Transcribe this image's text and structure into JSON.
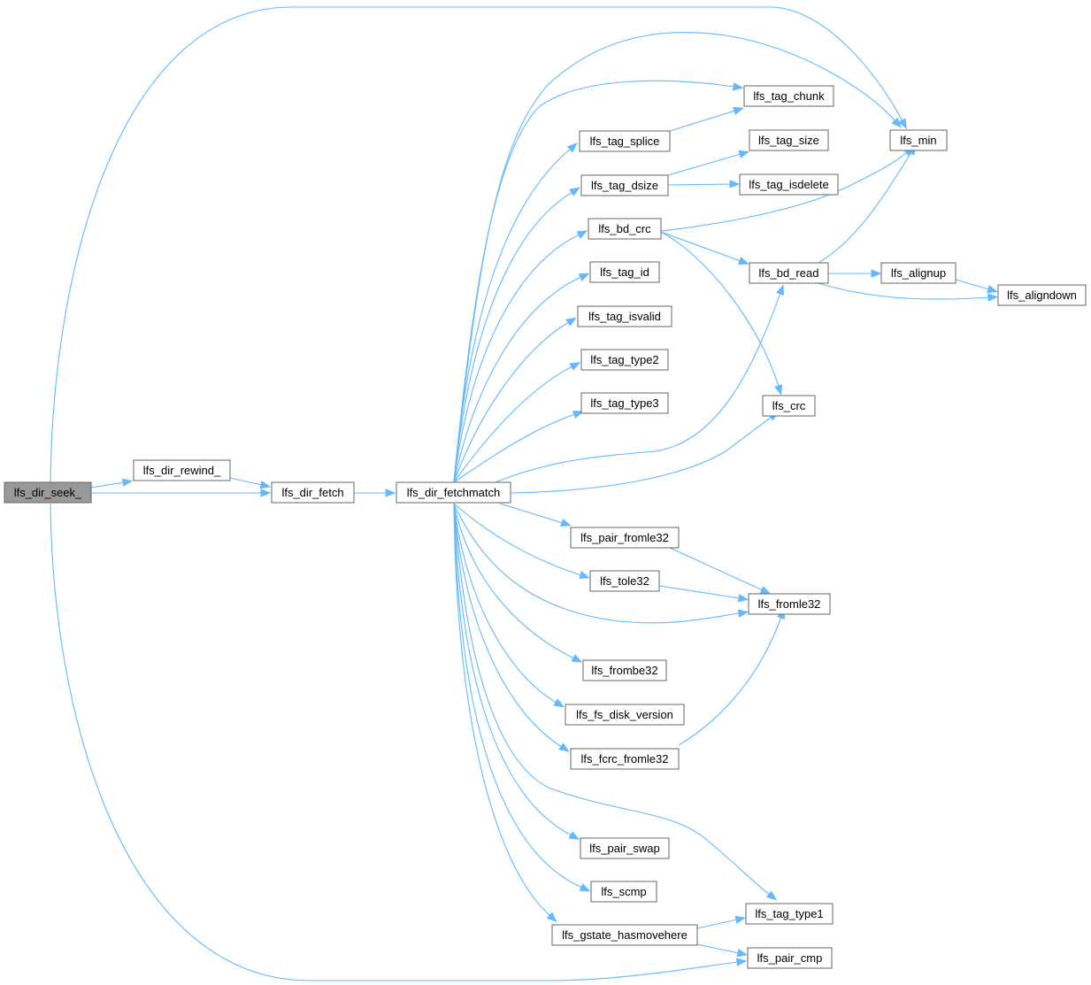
{
  "nodes": [
    {
      "id": "lfs_dir_seek_",
      "label": "lfs_dir_seek_",
      "root": true
    },
    {
      "id": "lfs_dir_rewind_",
      "label": "lfs_dir_rewind_"
    },
    {
      "id": "lfs_dir_fetch",
      "label": "lfs_dir_fetch"
    },
    {
      "id": "lfs_dir_fetchmatch",
      "label": "lfs_dir_fetchmatch"
    },
    {
      "id": "lfs_tag_splice",
      "label": "lfs_tag_splice"
    },
    {
      "id": "lfs_tag_dsize",
      "label": "lfs_tag_dsize"
    },
    {
      "id": "lfs_bd_crc",
      "label": "lfs_bd_crc"
    },
    {
      "id": "lfs_tag_id",
      "label": "lfs_tag_id"
    },
    {
      "id": "lfs_tag_isvalid",
      "label": "lfs_tag_isvalid"
    },
    {
      "id": "lfs_tag_type2",
      "label": "lfs_tag_type2"
    },
    {
      "id": "lfs_tag_type3",
      "label": "lfs_tag_type3"
    },
    {
      "id": "lfs_pair_fromle32",
      "label": "lfs_pair_fromle32"
    },
    {
      "id": "lfs_tole32",
      "label": "lfs_tole32"
    },
    {
      "id": "lfs_frombe32",
      "label": "lfs_frombe32"
    },
    {
      "id": "lfs_fs_disk_version",
      "label": "lfs_fs_disk_version"
    },
    {
      "id": "lfs_fcrc_fromle32",
      "label": "lfs_fcrc_fromle32"
    },
    {
      "id": "lfs_pair_swap",
      "label": "lfs_pair_swap"
    },
    {
      "id": "lfs_scmp",
      "label": "lfs_scmp"
    },
    {
      "id": "lfs_gstate_hasmovehere",
      "label": "lfs_gstate_hasmovehere"
    },
    {
      "id": "lfs_tag_chunk",
      "label": "lfs_tag_chunk"
    },
    {
      "id": "lfs_tag_size",
      "label": "lfs_tag_size"
    },
    {
      "id": "lfs_tag_isdelete",
      "label": "lfs_tag_isdelete"
    },
    {
      "id": "lfs_bd_read",
      "label": "lfs_bd_read"
    },
    {
      "id": "lfs_crc",
      "label": "lfs_crc"
    },
    {
      "id": "lfs_fromle32",
      "label": "lfs_fromle32"
    },
    {
      "id": "lfs_tag_type1",
      "label": "lfs_tag_type1"
    },
    {
      "id": "lfs_pair_cmp",
      "label": "lfs_pair_cmp"
    },
    {
      "id": "lfs_min",
      "label": "lfs_min"
    },
    {
      "id": "lfs_alignup",
      "label": "lfs_alignup"
    },
    {
      "id": "lfs_aligndown",
      "label": "lfs_aligndown"
    }
  ],
  "edges": [
    [
      "lfs_dir_seek_",
      "lfs_dir_rewind_"
    ],
    [
      "lfs_dir_seek_",
      "lfs_dir_fetch"
    ],
    [
      "lfs_dir_seek_",
      "lfs_min"
    ],
    [
      "lfs_dir_seek_",
      "lfs_pair_cmp"
    ],
    [
      "lfs_dir_rewind_",
      "lfs_dir_fetch"
    ],
    [
      "lfs_dir_fetch",
      "lfs_dir_fetchmatch"
    ],
    [
      "lfs_dir_fetchmatch",
      "lfs_min"
    ],
    [
      "lfs_dir_fetchmatch",
      "lfs_tag_chunk"
    ],
    [
      "lfs_dir_fetchmatch",
      "lfs_tag_splice"
    ],
    [
      "lfs_dir_fetchmatch",
      "lfs_tag_dsize"
    ],
    [
      "lfs_dir_fetchmatch",
      "lfs_bd_crc"
    ],
    [
      "lfs_dir_fetchmatch",
      "lfs_tag_id"
    ],
    [
      "lfs_dir_fetchmatch",
      "lfs_tag_isvalid"
    ],
    [
      "lfs_dir_fetchmatch",
      "lfs_tag_type2"
    ],
    [
      "lfs_dir_fetchmatch",
      "lfs_tag_type3"
    ],
    [
      "lfs_dir_fetchmatch",
      "lfs_bd_read"
    ],
    [
      "lfs_dir_fetchmatch",
      "lfs_crc"
    ],
    [
      "lfs_dir_fetchmatch",
      "lfs_pair_fromle32"
    ],
    [
      "lfs_dir_fetchmatch",
      "lfs_tole32"
    ],
    [
      "lfs_dir_fetchmatch",
      "lfs_fromle32"
    ],
    [
      "lfs_dir_fetchmatch",
      "lfs_frombe32"
    ],
    [
      "lfs_dir_fetchmatch",
      "lfs_fs_disk_version"
    ],
    [
      "lfs_dir_fetchmatch",
      "lfs_fcrc_fromle32"
    ],
    [
      "lfs_dir_fetchmatch",
      "lfs_tag_type1"
    ],
    [
      "lfs_dir_fetchmatch",
      "lfs_pair_swap"
    ],
    [
      "lfs_dir_fetchmatch",
      "lfs_scmp"
    ],
    [
      "lfs_dir_fetchmatch",
      "lfs_gstate_hasmovehere"
    ],
    [
      "lfs_tag_splice",
      "lfs_tag_chunk"
    ],
    [
      "lfs_tag_dsize",
      "lfs_tag_size"
    ],
    [
      "lfs_tag_dsize",
      "lfs_tag_isdelete"
    ],
    [
      "lfs_bd_crc",
      "lfs_min"
    ],
    [
      "lfs_bd_crc",
      "lfs_bd_read"
    ],
    [
      "lfs_bd_crc",
      "lfs_crc"
    ],
    [
      "lfs_bd_read",
      "lfs_min"
    ],
    [
      "lfs_bd_read",
      "lfs_alignup"
    ],
    [
      "lfs_bd_read",
      "lfs_aligndown"
    ],
    [
      "lfs_alignup",
      "lfs_aligndown"
    ],
    [
      "lfs_pair_fromle32",
      "lfs_fromle32"
    ],
    [
      "lfs_tole32",
      "lfs_fromle32"
    ],
    [
      "lfs_fcrc_fromle32",
      "lfs_fromle32"
    ],
    [
      "lfs_gstate_hasmovehere",
      "lfs_tag_type1"
    ],
    [
      "lfs_gstate_hasmovehere",
      "lfs_pair_cmp"
    ]
  ],
  "colors": {
    "edge": "#63b8ff",
    "node_border": "#666666",
    "root_fill": "#999999",
    "node_fill": "#ffffff"
  }
}
